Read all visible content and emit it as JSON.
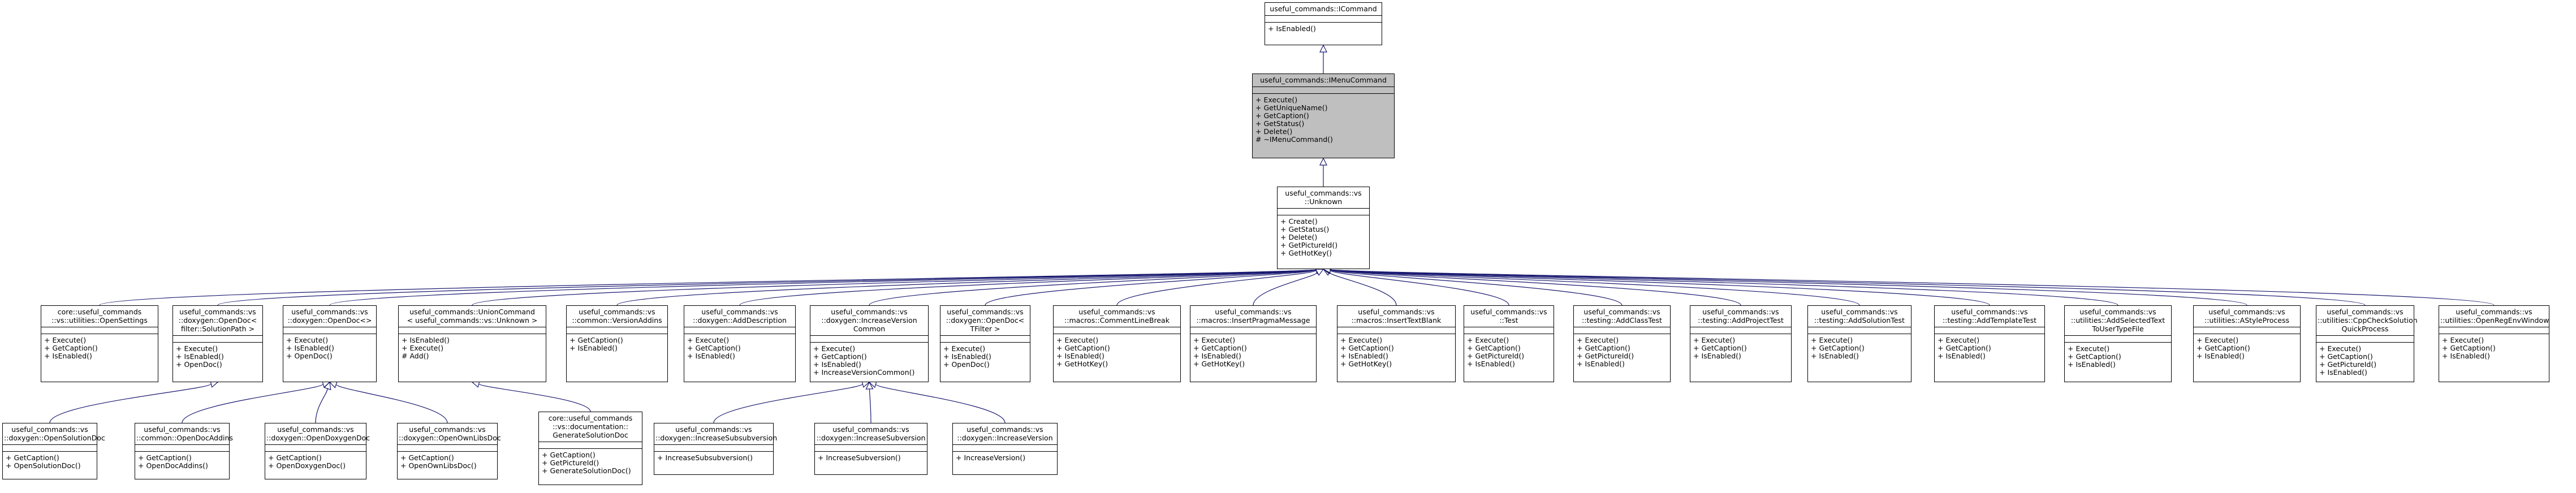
{
  "diagram": {
    "nodes": {
      "icommand": {
        "name": "useful_commands::ICommand",
        "ops": [
          "+ IsEnabled()"
        ]
      },
      "imenucommand": {
        "name": "useful_commands::IMenuCommand",
        "ops": [
          "+ Execute()",
          "+ GetUniqueName()",
          "+ GetCaption()",
          "+ GetStatus()",
          "+ Delete()",
          "# ~IMenuCommand()"
        ]
      },
      "unknown": {
        "name": "useful_commands::vs\n::Unknown",
        "ops": [
          "+ Create()",
          "+ GetStatus()",
          "+ Delete()",
          "+ GetPictureId()",
          "+ GetHotKey()"
        ]
      },
      "opensettings": {
        "name": "core::useful_commands\n::vs::utilities::OpenSettings",
        "ops": [
          "+ Execute()",
          "+ GetCaption()",
          "+ IsEnabled()"
        ]
      },
      "opendoc_solution": {
        "name": "useful_commands::vs\n::doxygen::OpenDoc<\n filter::SolutionPath >",
        "ops": [
          "+ Execute()",
          "+ IsEnabled()",
          "+ OpenDoc()"
        ]
      },
      "opendoc_t": {
        "name": "useful_commands::vs\n::doxygen::OpenDoc<>",
        "ops": [
          "+ Execute()",
          "+ IsEnabled()",
          "+ OpenDoc()"
        ]
      },
      "unioncommand": {
        "name": "useful_commands::UnionCommand\n< useful_commands::vs::Unknown >",
        "ops": [
          "+ IsEnabled()",
          "+ Execute()",
          "# Add()"
        ]
      },
      "versionaddins": {
        "name": "useful_commands::vs\n::common::VersionAddins",
        "ops": [
          "+ GetCaption()",
          "+ IsEnabled()"
        ]
      },
      "adddescription": {
        "name": "useful_commands::vs\n::doxygen::AddDescription",
        "ops": [
          "+ Execute()",
          "+ GetCaption()",
          "+ IsEnabled()"
        ]
      },
      "increaseversioncommon": {
        "name": "useful_commands::vs\n::doxygen::IncreaseVersion\nCommon",
        "ops": [
          "+ Execute()",
          "+ GetCaption()",
          "+ IsEnabled()",
          "+ IncreaseVersionCommon()"
        ]
      },
      "opendoc_tfilter": {
        "name": "useful_commands::vs\n::doxygen::OpenDoc<\n TFilter >",
        "ops": [
          "+ Execute()",
          "+ IsEnabled()",
          "+ OpenDoc()"
        ]
      },
      "commentlinebreak": {
        "name": "useful_commands::vs\n::macros::CommentLineBreak",
        "ops": [
          "+ Execute()",
          "+ GetCaption()",
          "+ IsEnabled()",
          "+ GetHotKey()"
        ]
      },
      "insertpragmamessage": {
        "name": "useful_commands::vs\n::macros::InsertPragmaMessage",
        "ops": [
          "+ Execute()",
          "+ GetCaption()",
          "+ IsEnabled()",
          "+ GetHotKey()"
        ]
      },
      "inserttextblank": {
        "name": "useful_commands::vs\n::macros::InsertTextBlank",
        "ops": [
          "+ Execute()",
          "+ GetCaption()",
          "+ IsEnabled()",
          "+ GetHotKey()"
        ]
      },
      "test": {
        "name": "useful_commands::vs\n::Test",
        "ops": [
          "+ Execute()",
          "+ GetCaption()",
          "+ GetPictureId()",
          "+ IsEnabled()"
        ]
      },
      "addclasstest": {
        "name": "useful_commands::vs\n::testing::AddClassTest",
        "ops": [
          "+ Execute()",
          "+ GetCaption()",
          "+ GetPictureId()",
          "+ IsEnabled()"
        ]
      },
      "addprojecttest": {
        "name": "useful_commands::vs\n::testing::AddProjectTest",
        "ops": [
          "+ Execute()",
          "+ GetCaption()",
          "+ IsEnabled()"
        ]
      },
      "addsolutiontest": {
        "name": "useful_commands::vs\n::testing::AddSolutionTest",
        "ops": [
          "+ Execute()",
          "+ GetCaption()",
          "+ IsEnabled()"
        ]
      },
      "addtemplatetest": {
        "name": "useful_commands::vs\n::testing::AddTemplateTest",
        "ops": [
          "+ Execute()",
          "+ GetCaption()",
          "+ IsEnabled()"
        ]
      },
      "addselectedtext": {
        "name": "useful_commands::vs\n::utilities::AddSelectedText\nToUserTypeFile",
        "ops": [
          "+ Execute()",
          "+ GetCaption()",
          "+ IsEnabled()"
        ]
      },
      "astyleprocess": {
        "name": "useful_commands::vs\n::utilities::AStyleProcess",
        "ops": [
          "+ Execute()",
          "+ GetCaption()",
          "+ IsEnabled()"
        ]
      },
      "cppcheck": {
        "name": "useful_commands::vs\n::utilities::CppCheckSolution\nQuickProcess",
        "ops": [
          "+ Execute()",
          "+ GetCaption()",
          "+ GetPictureId()",
          "+ IsEnabled()"
        ]
      },
      "openregenv": {
        "name": "useful_commands::vs\n::utilities::OpenRegEnvWindow",
        "ops": [
          "+ Execute()",
          "+ GetCaption()",
          "+ IsEnabled()"
        ]
      },
      "opensolutiondoc": {
        "name": "useful_commands::vs\n::doxygen::OpenSolutionDoc",
        "ops": [
          "+ GetCaption()",
          "+ OpenSolutionDoc()"
        ]
      },
      "opendocaddins": {
        "name": "useful_commands::vs\n::common::OpenDocAddins",
        "ops": [
          "+ GetCaption()",
          "+ OpenDocAddins()"
        ]
      },
      "opendoxygendoc": {
        "name": "useful_commands::vs\n::doxygen::OpenDoxygenDoc",
        "ops": [
          "+ GetCaption()",
          "+ OpenDoxygenDoc()"
        ]
      },
      "openownlibsdoc": {
        "name": "useful_commands::vs\n::doxygen::OpenOwnLibsDoc",
        "ops": [
          "+ GetCaption()",
          "+ OpenOwnLibsDoc()"
        ]
      },
      "generatesolutiondoc": {
        "name": "core::useful_commands\n::vs::documentation::\nGenerateSolutionDoc",
        "ops": [
          "+ GetCaption()",
          "+ GetPictureId()",
          "+ GenerateSolutionDoc()"
        ]
      },
      "increasesubsubversion": {
        "name": "useful_commands::vs\n::doxygen::IncreaseSubsubversion",
        "ops": [
          "+ IncreaseSubsubversion()"
        ]
      },
      "increasesubversion": {
        "name": "useful_commands::vs\n::doxygen::IncreaseSubversion",
        "ops": [
          "+ IncreaseSubversion()"
        ]
      },
      "increaseversion": {
        "name": "useful_commands::vs\n::doxygen::IncreaseVersion",
        "ops": [
          "+ IncreaseVersion()"
        ]
      }
    }
  }
}
